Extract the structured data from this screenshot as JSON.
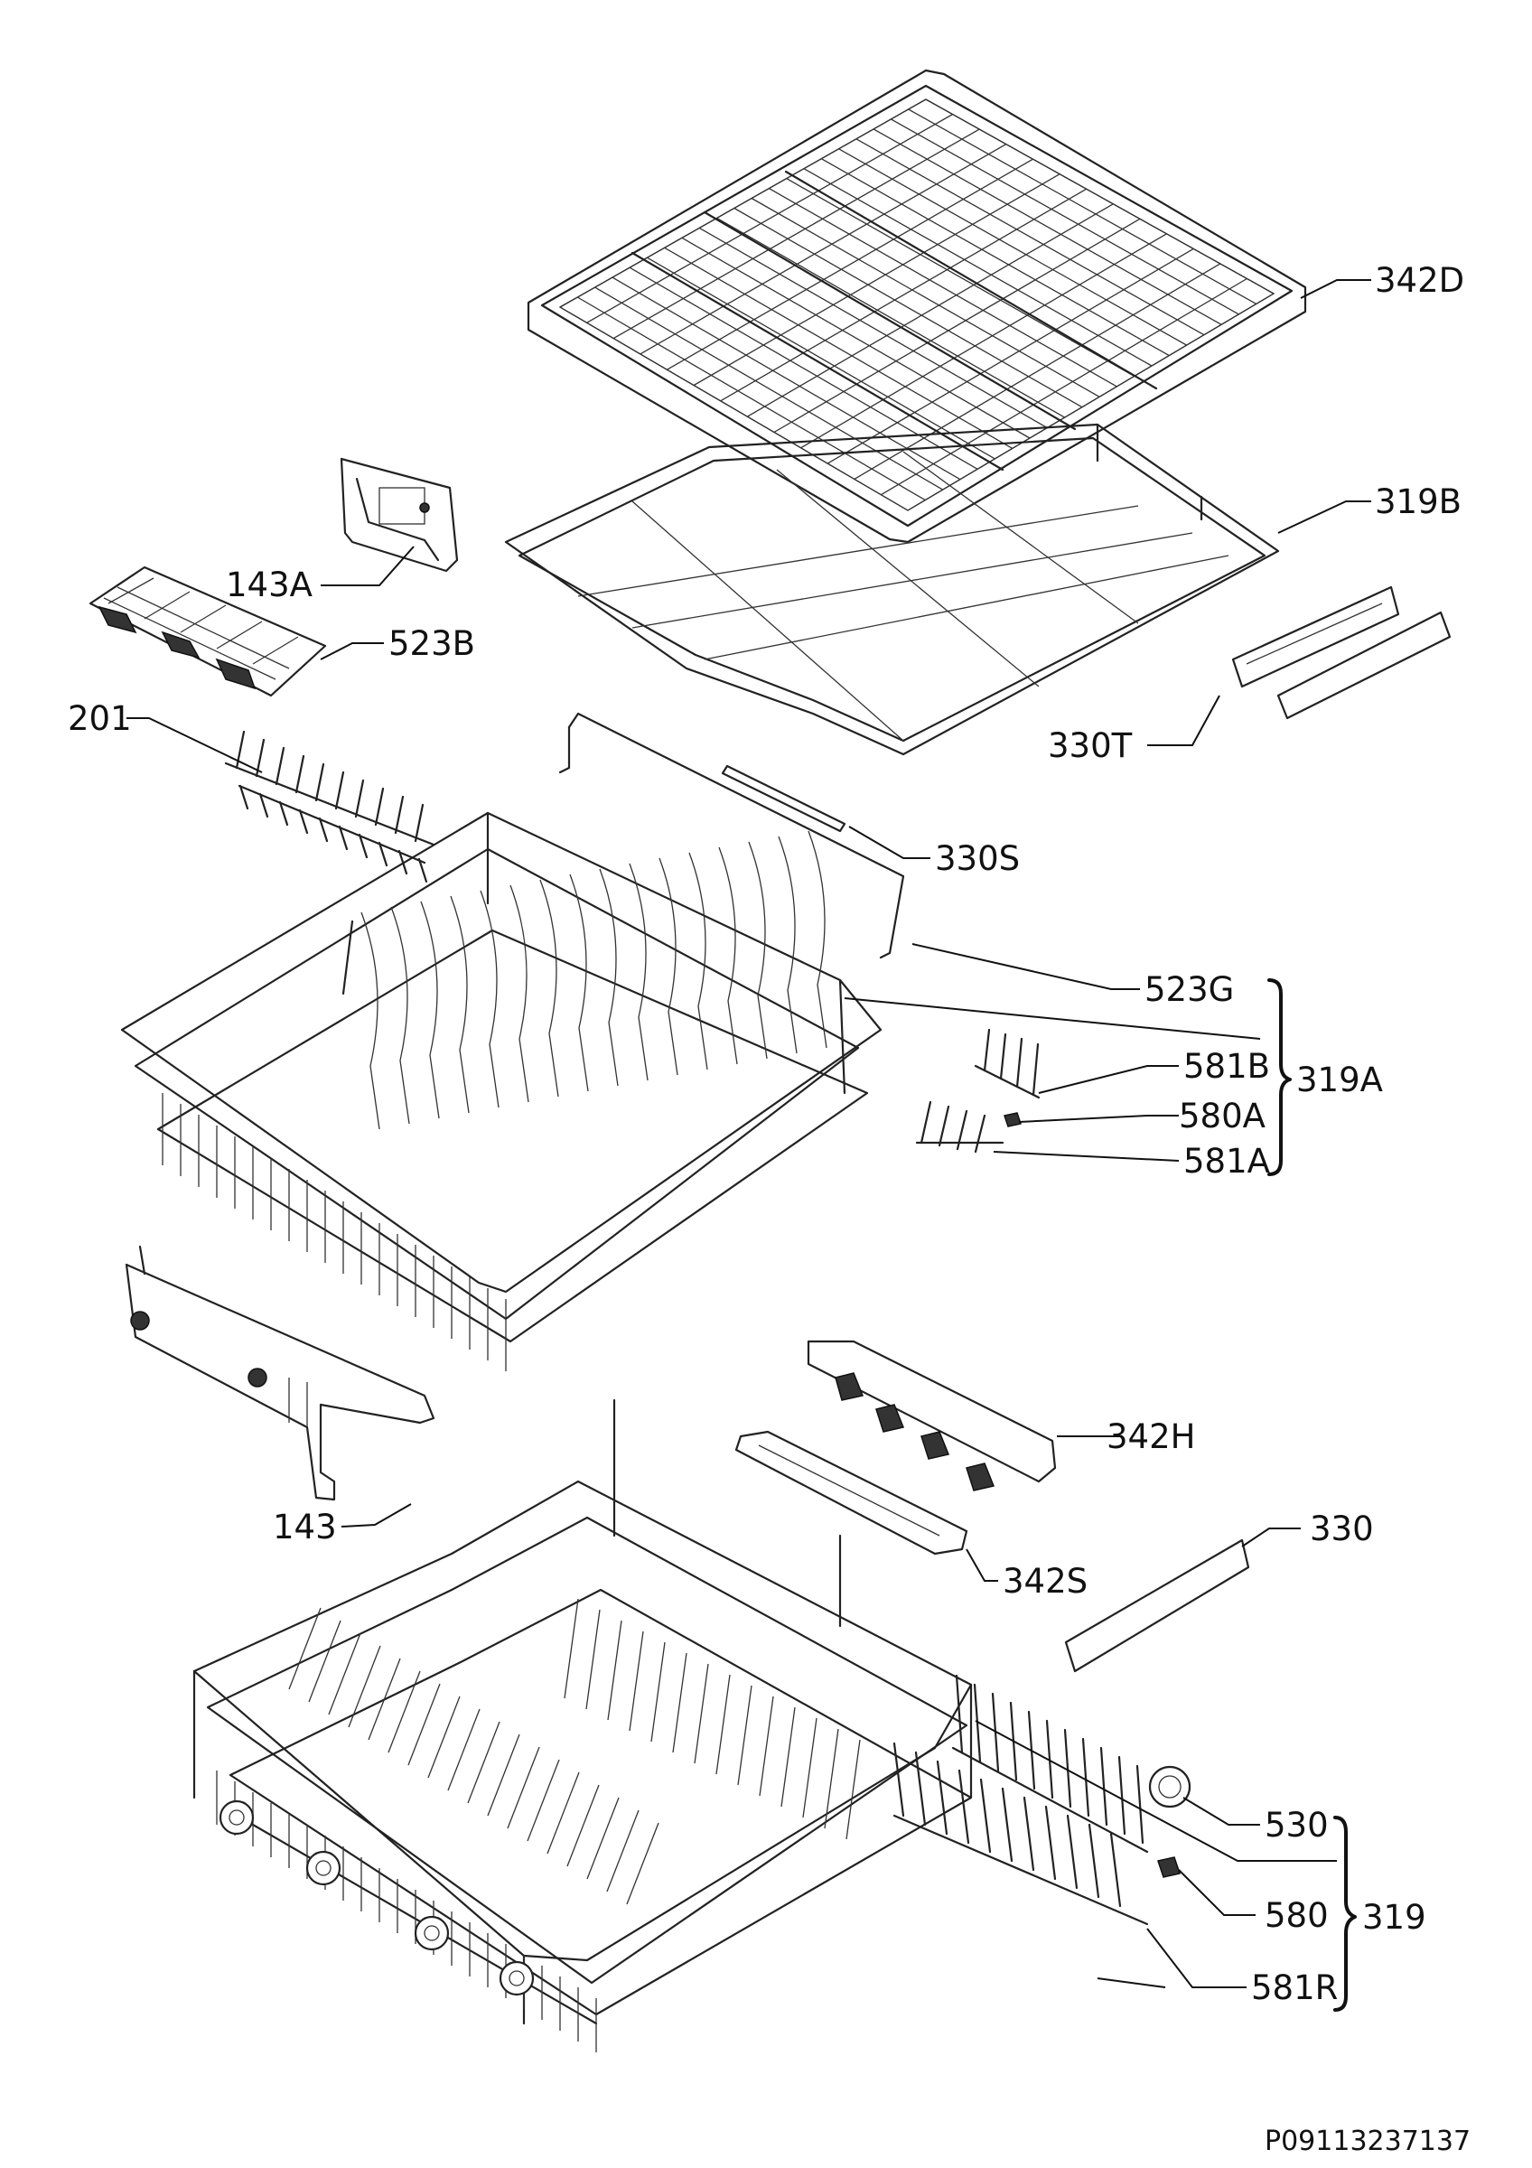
{
  "parts": {
    "p342D": "342D",
    "p319B": "319B",
    "p143A": "143A",
    "p523B": "523B",
    "p201": "201",
    "p330T": "330T",
    "p330S": "330S",
    "p523G": "523G",
    "p581B": "581B",
    "p580A": "580A",
    "p581A": "581A",
    "p319A": "319A",
    "p342H": "342H",
    "p143": "143",
    "p330": "330",
    "p342S": "342S",
    "p530": "530",
    "p580": "580",
    "p581R": "581R",
    "p319": "319"
  },
  "drawing_code": "P09113237137"
}
